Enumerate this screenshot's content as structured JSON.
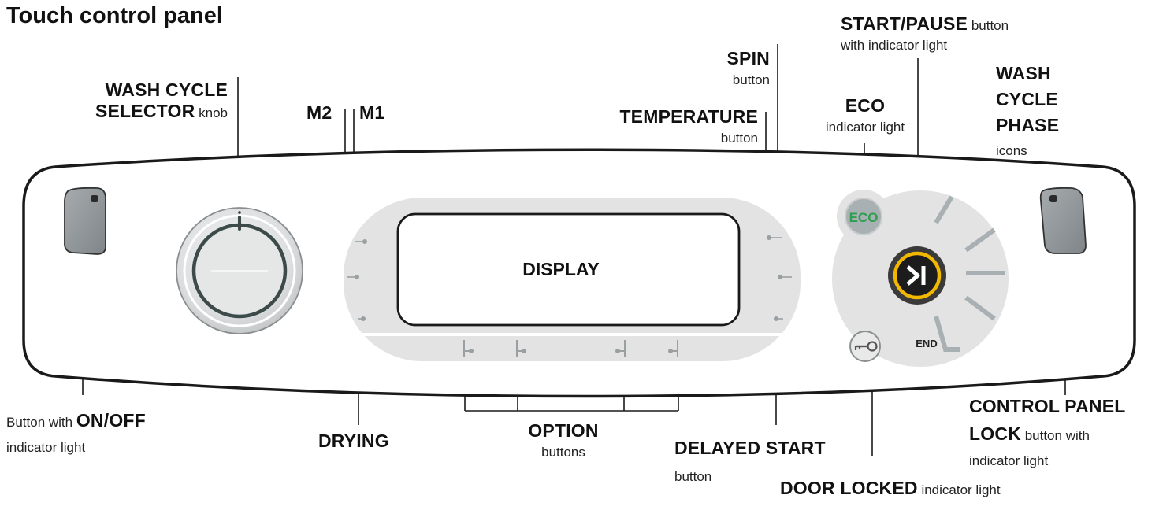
{
  "title": "Touch control panel",
  "display_text": "DISPLAY",
  "eco_badge": "ECO",
  "end_text": "END",
  "labels": {
    "wash_cycle_selector": {
      "bold1": "WASH CYCLE",
      "bold2": "SELECTOR",
      "normal": "knob"
    },
    "m2": "M2",
    "m1": "M1",
    "spin": {
      "bold": "SPIN",
      "normal": "button"
    },
    "temperature": {
      "bold": "TEMPERATURE",
      "normal": "button"
    },
    "eco": {
      "bold": "ECO",
      "normal": "indicator light"
    },
    "start_pause": {
      "bold": "START/PAUSE",
      "normal1": "button",
      "normal2": "with indicator light"
    },
    "wash_cycle_phase": {
      "bold1": "WASH",
      "bold2": "CYCLE",
      "bold3": "PHASE",
      "normal": "icons"
    },
    "on_off": {
      "normal1": "Button with",
      "bold": "ON/OFF",
      "normal2": "indicator light"
    },
    "drying": "DRYING",
    "option": {
      "bold": "OPTION",
      "normal": "buttons"
    },
    "delayed_start": {
      "bold": "DELAYED START",
      "normal": "button"
    },
    "door_locked": {
      "bold": "DOOR LOCKED",
      "normal": "indicator light"
    },
    "control_panel_lock": {
      "bold1": "CONTROL PANEL",
      "bold2": "LOCK",
      "normal1": "button with",
      "normal2": "indicator light"
    }
  },
  "colors": {
    "panel_outline": "#1a1a1a",
    "panel_inset": "#e3e3e3",
    "eco_green": "#2e9e4f",
    "start_ring": "#f2b800",
    "phase_bars": "#a8b0b3"
  }
}
